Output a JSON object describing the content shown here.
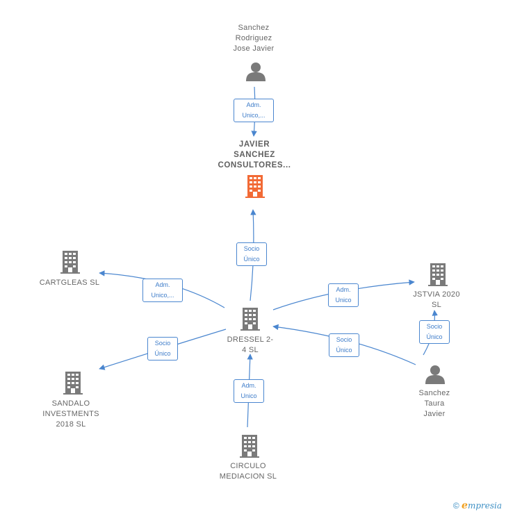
{
  "colors": {
    "person": "#7a7a7a",
    "company": "#7a7a7a",
    "main_company": "#f26a35",
    "edge": "#4a86cf"
  },
  "nodes": {
    "sanchez_rodriguez": {
      "label": "Sanchez\nRodriguez\nJose Javier",
      "icon": "person-icon"
    },
    "javier_sanchez": {
      "label": "JAVIER\nSANCHEZ\nCONSULTORES...",
      "icon": "building-icon"
    },
    "cartgleas": {
      "label": "CARTGLEAS SL",
      "icon": "building-icon"
    },
    "dressel": {
      "label": "DRESSEL 2-\n4  SL",
      "icon": "building-icon"
    },
    "jstvia": {
      "label": "JSTVIA 2020\nSL",
      "icon": "building-icon"
    },
    "sandalo": {
      "label": "SANDALO\nINVESTMENTS\n2018  SL",
      "icon": "building-icon"
    },
    "sanchez_taura": {
      "label": "Sanchez\nTaura\nJavier",
      "icon": "person-icon"
    },
    "circulo": {
      "label": "CIRCULO\nMEDIACION SL",
      "icon": "building-icon"
    }
  },
  "edges": {
    "e1": "Adm.\nUnico,...",
    "e2": "Socio\nÚnico",
    "e3": "Adm.\nUnico,...",
    "e4": "Adm.\nUnico",
    "e5": "Socio\nÚnico",
    "e6": "Socio\nÚnico",
    "e7": "Adm.\nUnico",
    "e8": "Socio\nÚnico"
  },
  "footer": {
    "copyright": "©",
    "brand_first": "e",
    "brand_rest": "mpresia"
  }
}
